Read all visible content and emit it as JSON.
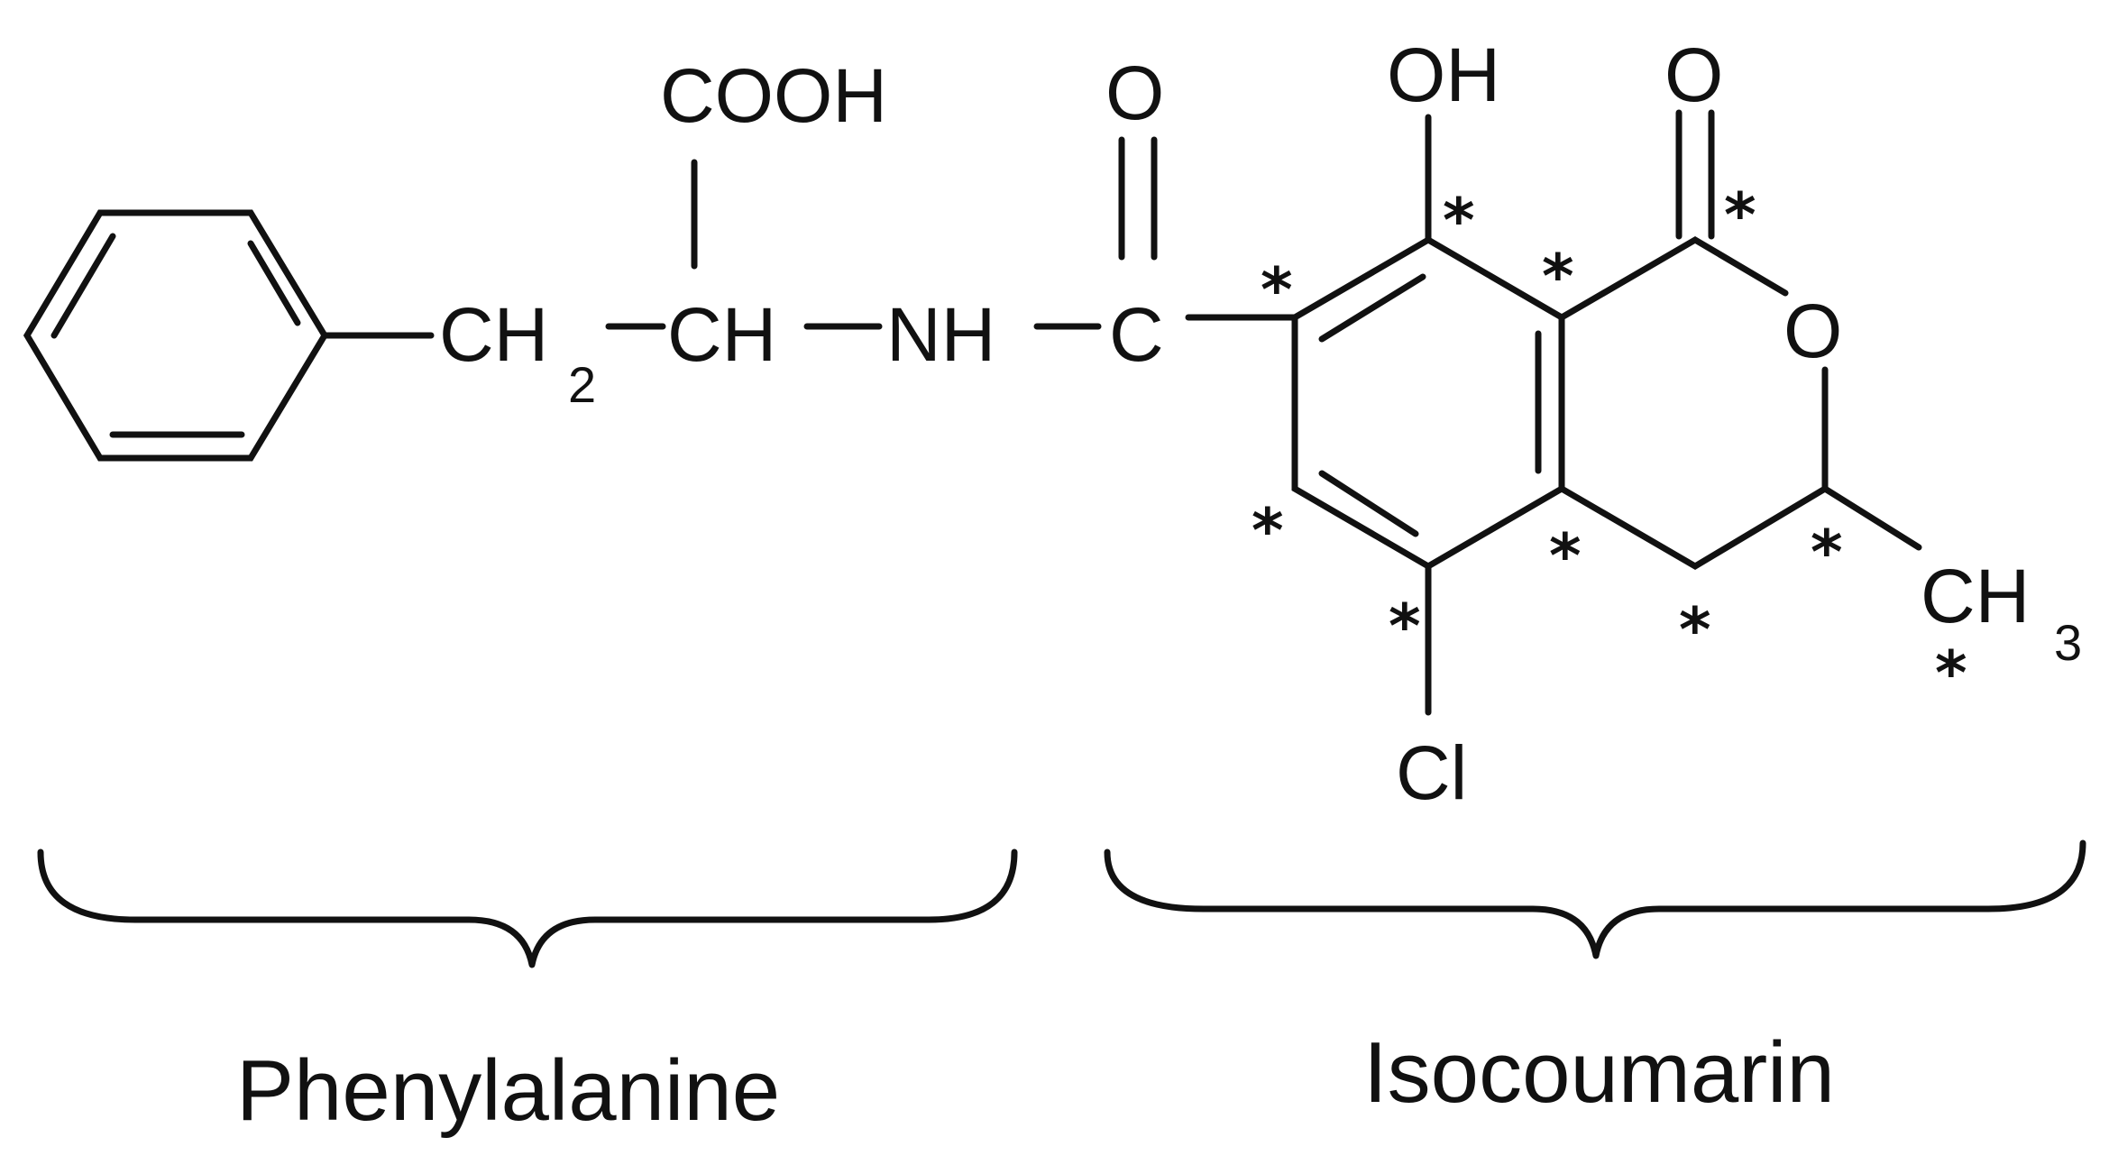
{
  "structure": {
    "atoms": {
      "cooh": "COOH",
      "ch2": "CH",
      "ch2_sub": "2",
      "ch": "CH",
      "nh": "NH",
      "carbonyl_c": "C",
      "carbonyl_o": "O",
      "oh": "OH",
      "lactone_carbonyl_o": "O",
      "ring_o": "O",
      "ch3": "CH",
      "ch3_sub": "3",
      "cl": "Cl"
    },
    "label_marker": "*"
  },
  "groups": {
    "left_label": "Phenylalanine",
    "right_label": "Isocoumarin"
  }
}
